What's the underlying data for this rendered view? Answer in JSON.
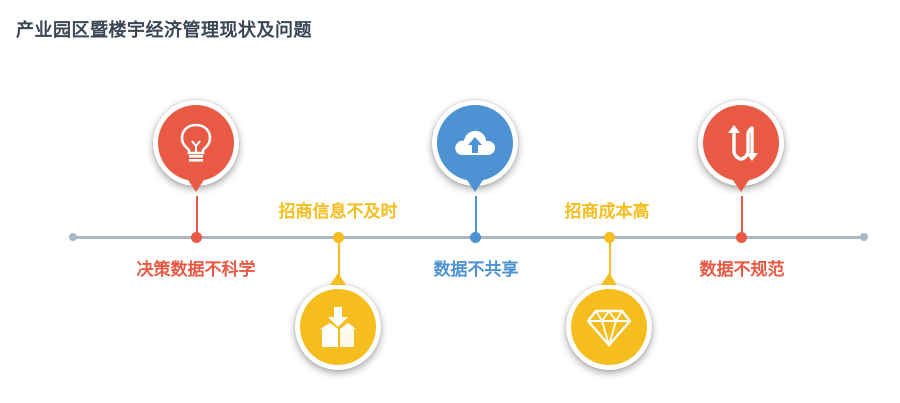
{
  "title": "产业园区暨楼宇经济管理现状及问题",
  "colors": {
    "red": "#e85a44",
    "yellow": "#f6bd1f",
    "blue": "#4d92d2",
    "line": "#aab7c7"
  },
  "items": [
    {
      "label": "决策数据不科学",
      "icon": "lightbulb-icon",
      "color": "red"
    },
    {
      "label": "招商信息不及时",
      "icon": "box-download-icon",
      "color": "yellow"
    },
    {
      "label": "数据不共享",
      "icon": "cloud-upload-icon",
      "color": "blue"
    },
    {
      "label": "招商成本高",
      "icon": "diamond-icon",
      "color": "yellow"
    },
    {
      "label": "数据不规范",
      "icon": "swap-arrows-icon",
      "color": "red"
    }
  ]
}
